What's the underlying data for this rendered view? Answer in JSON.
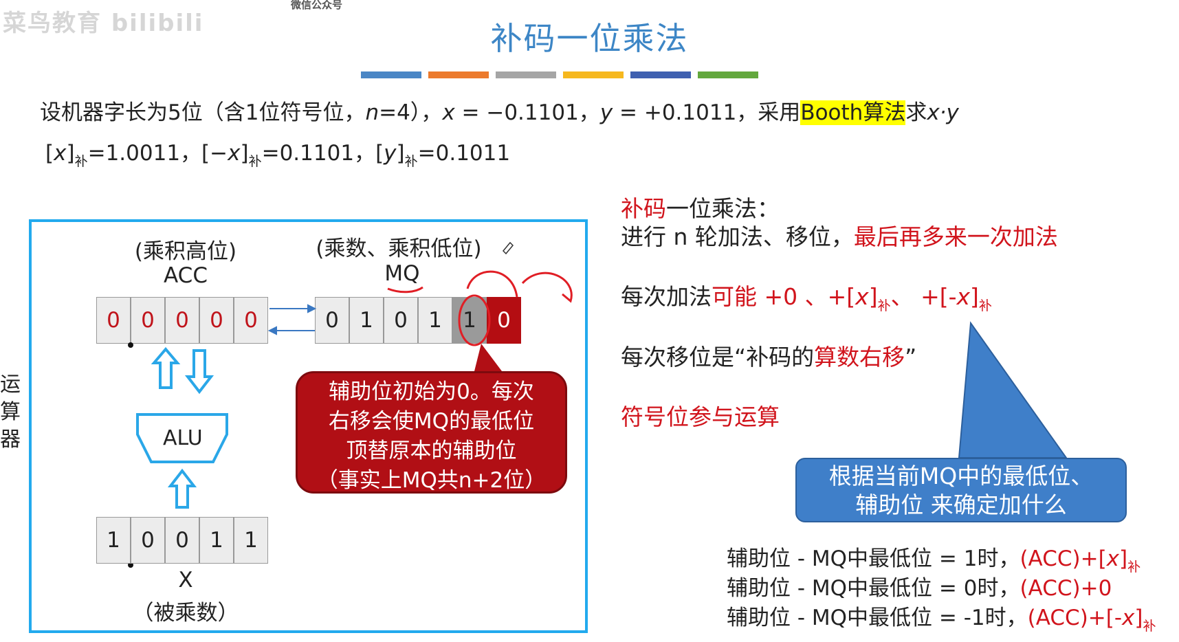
{
  "watermark": {
    "left": "菜鸟教育 bilibili",
    "top": "微信公众号"
  },
  "title": "补码一位乘法",
  "accent_bars": [
    "#4a86c5",
    "#ec7a2c",
    "#a5a5a5",
    "#f6b81e",
    "#3f60b0",
    "#63a83d"
  ],
  "problem": {
    "prefix": "设机器字长为5位（含1位符号位，",
    "n_label": "n",
    "n_value": "=4），",
    "x_label": "x",
    "x_value": " = −0.1101，",
    "y_label": "y",
    "y_value": " = +0.1011，采用",
    "highlight": "Booth算法",
    "suffix": "求",
    "product": "x·y"
  },
  "complements": {
    "x_open": "[",
    "x": "x",
    "x_close": "]",
    "sub": "补",
    "x_val": "=1.0011，",
    "nx_open": "[−",
    "nx": "x",
    "nx_close": "]",
    "nx_val": "=0.1101，",
    "y_open": "[",
    "y": "y",
    "y_close": "]",
    "y_val": "=0.1011"
  },
  "side_label": [
    "运",
    "算",
    "器"
  ],
  "diagram": {
    "acc_caption": "(乘积高位)",
    "acc_label": "ACC",
    "acc_bits": [
      "0",
      "0",
      "0",
      "0",
      "0"
    ],
    "mq_caption": "(乘数、乘积低位)",
    "mq_label": "MQ",
    "mq_bits": [
      "0",
      "1",
      "0",
      "1",
      "1"
    ],
    "aux_bit": "0",
    "alu_label": "ALU",
    "x_bits": [
      "1",
      "0",
      "0",
      "1",
      "1"
    ],
    "x_label": "X",
    "x_caption": "（被乘数）"
  },
  "callout_lines": [
    "辅助位初始为0。每次",
    "右移会使MQ的最低位",
    "顶替原本的辅助位",
    "（事实上MQ共n+2位）"
  ],
  "notes": {
    "head_red": "补码",
    "head_black": "一位乘法：",
    "l1_black": "进行 n 轮加法、移位，",
    "l1_red": "最后再多来一次加法",
    "l2_black": "每次加法",
    "l2_red": "可能 +0 、+[",
    "l2_x": "x",
    "l2_sub": "补",
    "l2_mid": "、 +[-",
    "l2_x2": "x",
    "l2_close": "]",
    "l3_black": "每次移位是“补码的",
    "l3_red": "算数右移",
    "l3_end": "”",
    "l4_red": "符号位参与运算"
  },
  "bluebox_lines": [
    "根据当前MQ中的最低位、",
    "辅助位 来确定加什么"
  ],
  "rules": [
    {
      "cond": "辅助位 - MQ中最低位 = 1时，",
      "act": "(ACC)+[",
      "var": "x",
      "close": "]",
      "sub": "补"
    },
    {
      "cond": "辅助位 - MQ中最低位 = 0时，",
      "act": "(ACC)+0",
      "var": "",
      "close": "",
      "sub": ""
    },
    {
      "cond": "辅助位 - MQ中最低位 = -1时，",
      "act": "(ACC)+[-",
      "var": "x",
      "close": "]",
      "sub": "补"
    }
  ],
  "colors": {
    "accent_blue": "#3d86c6",
    "red": "#d1141c",
    "box_border": "#22aaee"
  }
}
